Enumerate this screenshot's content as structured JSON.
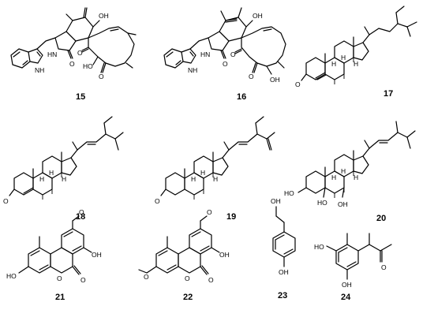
{
  "compounds": [
    {
      "label": "15"
    },
    {
      "label": "16"
    },
    {
      "label": "17"
    },
    {
      "label": "18"
    },
    {
      "label": "19"
    },
    {
      "label": "20"
    },
    {
      "label": "21"
    },
    {
      "label": "22"
    },
    {
      "label": "23"
    },
    {
      "label": "24"
    }
  ],
  "atoms": {
    "oh": "OH",
    "ho": "HO",
    "o": "O",
    "nh": "NH",
    "hn": "HN",
    "h": "H"
  }
}
